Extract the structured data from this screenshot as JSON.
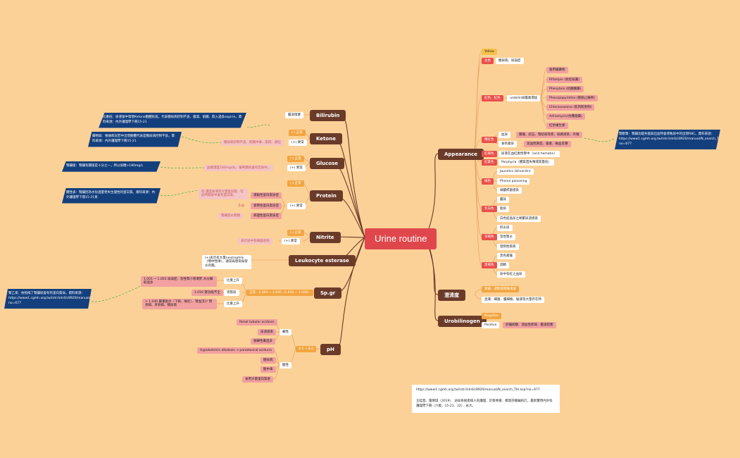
{
  "root": "Urine routine",
  "left": {
    "bilirubin": {
      "label": "Bilirubin",
      "desc": "膽道阻塞"
    },
    "ketone": {
      "label": "Ketone",
      "normal": "(-) 正常",
      "abnormal": "(+) 異常",
      "abnormal_desc": "糖尿病控制不良、飢餓中毒、肌肉、劇吐"
    },
    "glucose": {
      "label": "Glucose",
      "normal": "(-) 正常",
      "abnormal": "(+) 異常",
      "abnormal_desc": "血糖濃度180mg/dL，葡萄糖就會排至尿中。"
    },
    "protein": {
      "label": "Protein",
      "normal": "(-) 正常",
      "abnormal": "(+) 異常",
      "items": [
        "低 濃度尿液或大量蛋白質、在此時期尿中會有蛋白質。",
        "運動性蛋白質尿症",
        "姿勢性蛋白質尿症",
        "病理性蛋白質尿症"
      ],
      "item_labels": [
        "久站",
        "腎臟發炎問題"
      ]
    },
    "nitrite": {
      "label": "Nitrite",
      "normal": "(-) 正常",
      "abnormal": "(+) 異常",
      "abnormal_desc": "表示尿中有細菌感染"
    },
    "leukocyte": {
      "label": "Leukocyte esterase",
      "desc": "(+)表示有大量neutrophils（嗜中性球），通常與感染與發炎有關。"
    },
    "spgr": {
      "label": "Sp.gr",
      "normal": "正常：1.003 ~ 1.035（1.010 ~ 1.030）",
      "high": "比重上升",
      "high_desc": "1.001 ~ 1.003 尿崩症、急性腎小管壞死 水分攝取過多",
      "mid": "等張尿",
      "mid_desc": "1.010 腎功能不全",
      "low": "比重上升",
      "low_desc": "> 1.040 嚴重脫水（下痢、嘔吐）、腎血流少 腎衰竭、肝衰竭、糖尿病"
    },
    "ph": {
      "label": "pH",
      "range": "4.5 ~ 8.0",
      "alkaline": "鹼性",
      "acid": "酸性",
      "alk_items": [
        "Renal tubular acidosis",
        "尿道感染",
        "服鹼性藥過多"
      ],
      "acid_items": [
        "Hypokalemic alkalosis → paradoxical aciduria",
        "糖尿病",
        "酸中毒",
        "食用大量蛋白質者"
      ]
    }
  },
  "notes": {
    "bilirubin": "比重低：尿液留中發現Ketone酮體形成，代表糖尿病控制不良、腹瀉、飢餓、飲入過多aspirin。資料來源：內外護理學下冊15-21",
    "ketone": "藥物與：根據病況若中出現酮體代表是糖尿病控制不良。資料來源：內外護理學下冊15-21",
    "glucose": "腎臟吸：腎臟有閾值是十分之一，所以尿糖>180mg/L",
    "protein": "腫性表：腎臟因為水份過量喪失生理性的蛋白質。資料來源：內外護理學下冊15-21頁",
    "spgr": "腎乙來：依照排了腎臟就會有有蛋白質尿。資料來源：https://www1.cgmh.org.tw/intr/intr4/c8920/manual/N_search_Tbl.asp?no=677",
    "appearance": "腎斷腎：腎臟功能失能與出血時會導致尿中的出現RBC。資料來源：https://www1.cgmh.org.tw/intr/intr4/c8920/manual/N_search_Tbl.asp?no=677"
  },
  "right": {
    "appearance": {
      "label": "Appearance",
      "yellow": "Yellow",
      "light": "淡色",
      "light_desc": "糖尿病、尿崩症",
      "red": "紅色、紅色",
      "urobilin": "urobilin尿膽素增加",
      "drugs": [
        "服用腸藥物",
        "Rifampin (抗結核藥)",
        "Phenytoin (抗癲癇藥)",
        "Phenazopyridine (膀胱止痛劑)",
        "Chlorzoxazone (肌肉鬆弛劑)",
        "Adriamycin(抗腫瘤藥)",
        "紅色維生素"
      ],
      "turbid": "精紅色",
      "turbid_items": [
        "血尿",
        "食色素尿"
      ],
      "turbid_desc": [
        "腫瘤、結石、腎結核等疾、尿路感染、外傷",
        "溶血性黃疸、毒素、輸血反應"
      ],
      "redbrown": "紅褐色",
      "redbrown_desc": "尿液在血紅素性腎中（acid hematin）",
      "redpurple": "紅紫色",
      "redpurple_desc": "Porphyria（體質遺失傳或質量低）",
      "green": "綠色",
      "green_items": [
        "Jaundice (bilverdin)",
        "Phenol poisoning",
        "綠膿桿菌感染"
      ],
      "white": "乳白色",
      "white_items": [
        "膿尿",
        "脂尿",
        "白色結晶尿之頻繁尿道感染"
      ],
      "brown": "深褐色",
      "brown_items": [
        "肝炎尿",
        "急性腎炎",
        "發熱性疾病"
      ],
      "black": "黑褐色",
      "black_items": [
        "黑色素瘤",
        "酒精",
        "尿中有紅之血尿"
      ]
    },
    "clarity": {
      "label": "澄清度",
      "items": [
        "清澈、透明或稍微清澈",
        "混濁：細菌、膿細胞、黏液等大量存在時"
      ]
    },
    "urobilinogen": {
      "label": "Urobilinogen",
      "neg": "Negative",
      "pos": "Positive",
      "pos_desc": "肝臟病變、溶血性疾病、膽道阻塞"
    }
  },
  "references": {
    "url": "https://www1.cgmh.org.tw/intr/intr4/c8920/manual/N_search_Tbl.asp?no=677",
    "book": "王桂芸、葉明琪（2019）．泌尿系統疾病人的護理．於蔡秀鸞、鄭淑芬總編校訂，最新實用內外科護理學下冊（六版，15-21、22）．永大。"
  }
}
